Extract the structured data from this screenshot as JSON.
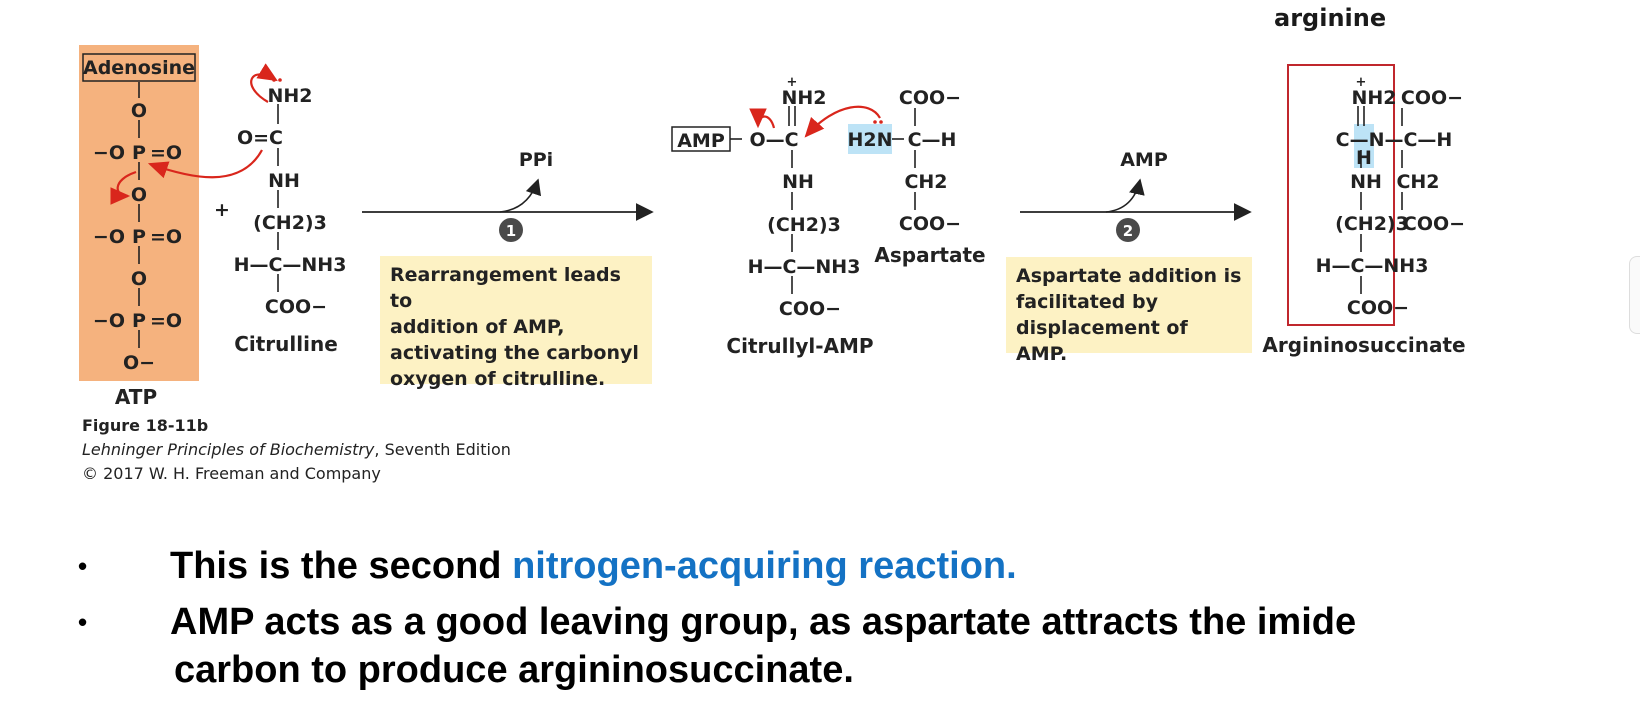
{
  "header_label": "arginine",
  "atp": {
    "adenosine_label": "Adenosine",
    "atom_o": "O",
    "atom_p": "P",
    "o_minus": "−O",
    "eq_o": "=O",
    "terminal_o": "O−",
    "name": "ATP"
  },
  "citrulline": {
    "nh2": "NH2",
    "carbonyl": "O=C",
    "nh": "NH",
    "ch2_3": "(CH2)3",
    "alpha": "H—C—NH3",
    "coo": "COO−",
    "name": "Citrulline",
    "plus_sign": "+"
  },
  "step1": {
    "byproduct": "PPi",
    "number": "1",
    "note_lines": [
      "Rearrangement leads to",
      "addition of AMP,",
      "activating the carbonyl",
      "oxygen of citrulline."
    ]
  },
  "citrullyl_amp": {
    "amp_box": "AMP",
    "nh2": "NH2",
    "oc": "O—C",
    "nh": "NH",
    "ch2_3": "(CH2)3",
    "alpha": "H—C—NH3",
    "coo": "COO−",
    "name": "Citrullyl-AMP"
  },
  "aspartate": {
    "h2n": "H2N",
    "coo_top": "COO−",
    "ch": "C—H",
    "ch2": "CH2",
    "coo_bottom": "COO−",
    "name": "Aspartate"
  },
  "step2": {
    "byproduct": "AMP",
    "number": "2",
    "note_lines": [
      "Aspartate addition is",
      "facilitated by",
      "displacement of AMP."
    ]
  },
  "argininosuccinate": {
    "nh2": "NH2",
    "coo_top": "COO−",
    "c_n_c_h": "C—N—C—H",
    "h": "H",
    "nh": "NH",
    "ch2": "CH2",
    "ch2_3": "(CH2)3",
    "coo_mid": "COO−",
    "alpha": "H—C—NH3",
    "coo": "COO−",
    "name": "Argininosuccinate"
  },
  "caption": {
    "figure": "Figure 18-11b",
    "book_title": "Lehninger Principles of Biochemistry",
    "edition": ", Seventh Edition",
    "copyright": "© 2017 W. H. Freeman and Company"
  },
  "bullets": [
    {
      "dot": "•",
      "text_plain": "This is the second ",
      "text_highlight": "nitrogen-acquiring reaction."
    },
    {
      "dot": "•",
      "line1": "AMP acts as a good leaving group, as aspartate attracts the imide",
      "line2": "carbon to produce argininosuccinate."
    }
  ],
  "colors": {
    "atp_box": "#f5b27e",
    "note_bg": "#fdf2c4",
    "highlight_blue": "#1472c4",
    "mechanism_arrow": "#d9261c",
    "nitrogen_highlight": "#bde3f6",
    "arginine_box": "#c0272d"
  }
}
